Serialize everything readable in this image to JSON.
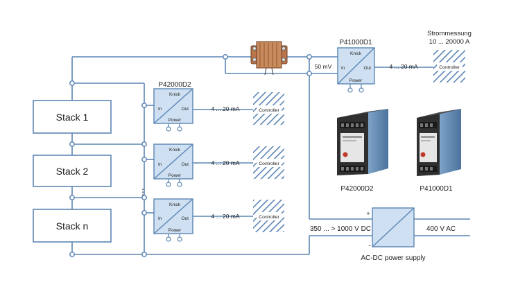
{
  "stacks": [
    "Stack 1",
    "Stack 2",
    "Stack n"
  ],
  "ellipsis": "⋮",
  "module": {
    "brand": "Knick",
    "in": "In",
    "out": "Out",
    "power": "Power"
  },
  "transducer_label": "P42000D2",
  "shunt_module_label": "P41000D1",
  "shunt_voltage": "50 mV",
  "current_signal": "4 ... 20 mA",
  "controller": "Controller",
  "measurement": {
    "line1": "Strommessung",
    "line2": "10 ... 20000 A"
  },
  "product_photos": [
    {
      "caption": "P42000D2"
    },
    {
      "caption": "P41000D1"
    }
  ],
  "power_supply": {
    "caption": "AC-DC power supply",
    "dc_voltage": "350 ... > 1000 V DC",
    "ac_voltage": "400 V AC",
    "plus": "+",
    "minus": "-"
  },
  "colors": {
    "line": "#5b85b4",
    "module_fill": "#cfe0f2",
    "module_stroke": "#5b85b4",
    "hatch": "#5b85b4",
    "device_body": "#2c2c2c",
    "device_blue": "#5e86b0"
  }
}
